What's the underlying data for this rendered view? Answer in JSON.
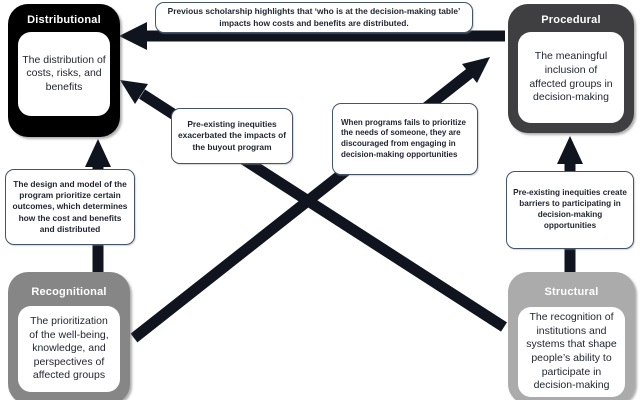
{
  "colors": {
    "page_bg": "#ffffff",
    "arrow": "#10141f",
    "callout_border": "#44546a",
    "callout_text": "#1f2430",
    "node_body_text": "#1f2430",
    "node_title_text": "#ffffff",
    "inner_box_fill": "#ffffff",
    "distributional_fill": "#000000",
    "procedural_fill": "#3f3f42",
    "recognitional_fill": "#868686",
    "structural_fill": "#ababab"
  },
  "nodes": {
    "distributional": {
      "title": "Distributional",
      "body": "The distribution of\ncosts, risks, and\nbenefits"
    },
    "procedural": {
      "title": "Procedural",
      "body": "The meaningful\ninclusion of\naffected groups in\ndecision-making"
    },
    "recognitional": {
      "title": "Recognitional",
      "body": "The prioritization\nof the well-being,\nknowledge, and\nperspectives of\naffected groups"
    },
    "structural": {
      "title": "Structural",
      "body": "The recognition of\ninstitutions and\nsystems that shape\npeople’s ability to\nparticipate in\ndecision-making"
    }
  },
  "callouts": {
    "previous_scholarship": {
      "text": "Previous scholarship highlights that ‘who is at the decision-making table’\nimpacts how costs and benefits are distributed."
    },
    "inequities_exacerbated": {
      "text": "Pre-existing inequities\nexacerbated the impacts of\nthe buyout program"
    },
    "programs_fail": {
      "text": "When programs fails to prioritize\nthe needs of someone, they are\ndiscouraged from engaging in\ndecision-making opportunities"
    },
    "design_model": {
      "text": "The design and model of the\nprogram prioritize certain\noutcomes, which determines\nhow the cost and benefits\nand distributed"
    },
    "barriers": {
      "text": "Pre-existing inequities create\nbarriers to participating in\ndecision-making\nopportunities"
    }
  },
  "arrows": {
    "procedural_to_distributional": {
      "from": "Procedural",
      "to": "Distributional"
    },
    "recognitional_to_distributional": {
      "from": "Recognitional",
      "to": "Distributional"
    },
    "structural_to_procedural": {
      "from": "Structural",
      "to": "Procedural"
    },
    "recognitional_to_procedural": {
      "from": "Recognitional",
      "to": "Procedural"
    },
    "structural_to_distributional": {
      "from": "Structural",
      "to": "Distributional"
    }
  }
}
